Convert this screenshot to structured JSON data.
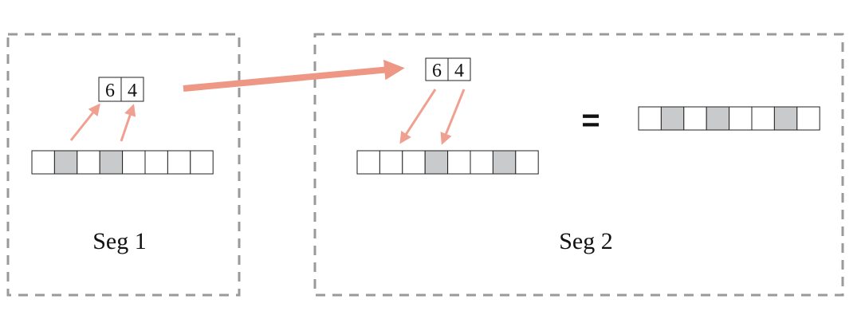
{
  "colors": {
    "arrow": "#f0a090",
    "big_arrow": "#ee9784",
    "masked_cell": "#c8cacc",
    "empty_cell": "#ffffff",
    "border": "#9a9a9a"
  },
  "segment_1": {
    "label": "Seg 1",
    "digits": [
      "6",
      "4"
    ],
    "row_pattern": [
      0,
      1,
      0,
      1,
      0,
      0,
      0,
      0
    ]
  },
  "segment_2": {
    "label": "Seg 2",
    "digits": [
      "6",
      "4"
    ],
    "row_pattern": [
      0,
      0,
      0,
      1,
      0,
      0,
      1,
      0
    ],
    "equals_symbol": "=",
    "result_pattern": [
      0,
      1,
      0,
      1,
      0,
      0,
      1,
      0
    ]
  }
}
